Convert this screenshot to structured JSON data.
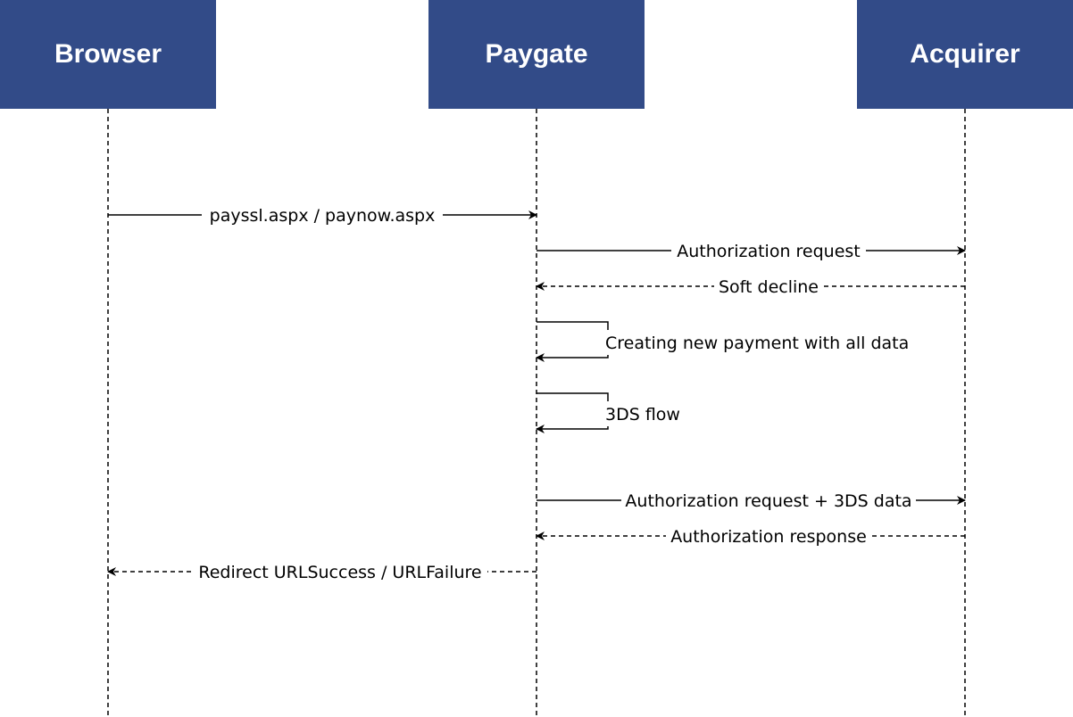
{
  "participants": {
    "browser": "Browser",
    "paygate": "Paygate",
    "acquirer": "Acquirer"
  },
  "messages": {
    "m1": "payssl.aspx / paynow.aspx",
    "m2": "Authorization request",
    "m3": "Soft decline",
    "m4": "Creating new payment with all data",
    "m5": "3DS flow",
    "m6": "Authorization request + 3DS data",
    "m7": "Authorization response",
    "m8": "Redirect URLSuccess / URLFailure"
  },
  "colors": {
    "participant_fill": "#324B88",
    "participant_text": "#FFFFFF",
    "line": "#000000"
  }
}
